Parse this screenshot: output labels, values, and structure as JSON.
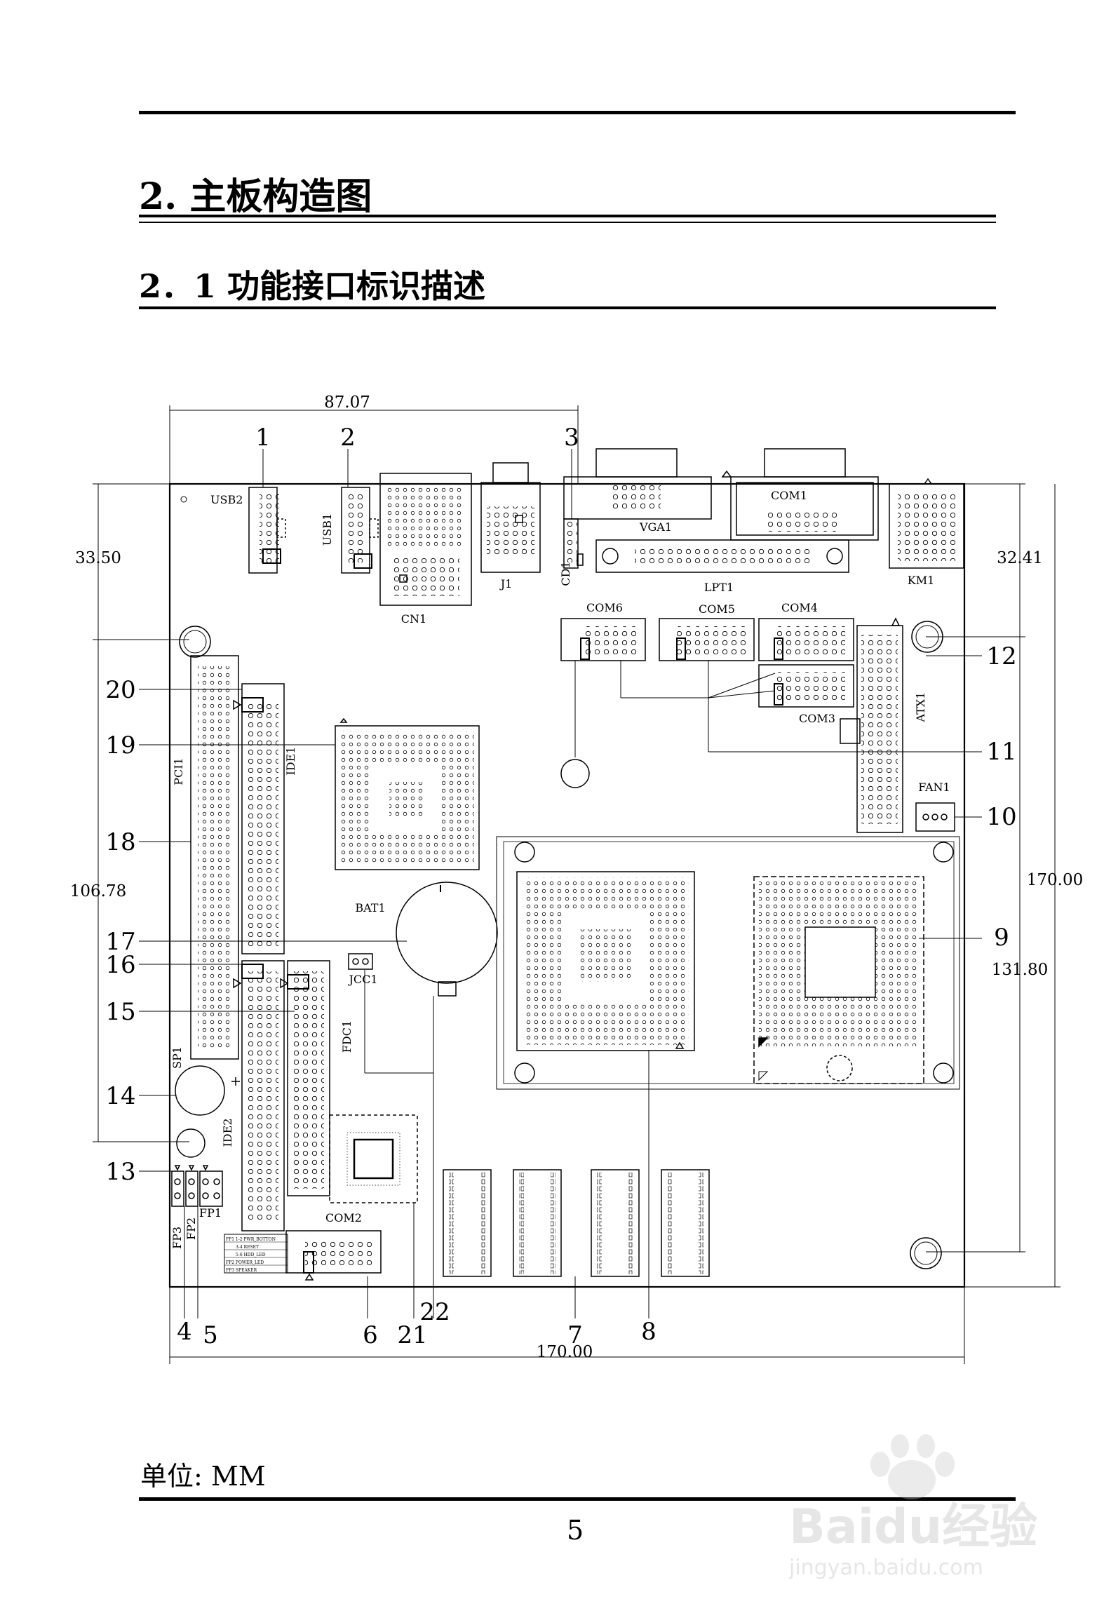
{
  "page": {
    "section_title": "2.  主板构造图",
    "subsection_title": "2．1  功能接口标识描述",
    "unit_label": "单位: MM",
    "page_number": "5"
  },
  "diagram": {
    "dimensions": {
      "top_width": "87.07",
      "bottom_width": "170.00",
      "left_upper": "33.50",
      "left_lower": "106.78",
      "right_upper": "32.41",
      "right_outer": "170.00",
      "right_lower": "131.80"
    },
    "components": {
      "usb2": "USB2",
      "usb1": "USB1",
      "cn1": "CN1",
      "j1": "J1",
      "cd1": "CD1",
      "vga1": "VGA1",
      "com1": "COM1",
      "lpt1": "LPT1",
      "km1": "KM1",
      "com6": "COM6",
      "com5": "COM5",
      "com4": "COM4",
      "com3": "COM3",
      "atx1": "ATX1",
      "fan1": "FAN1",
      "pci1": "PCI1",
      "ide1": "IDE1",
      "ide2": "IDE2",
      "bat1": "BAT1",
      "jcc1": "JCC1",
      "fdc1": "FDC1",
      "sp1": "SP1",
      "fp1": "FP1",
      "fp2": "FP2",
      "fp3": "FP3",
      "com2": "COM2"
    },
    "fp1_legend": [
      "FP1 1-2 PWR_BOTTON",
      "3-4 RESET",
      "5-6 HDD_LED",
      "FP2 POWER_LED",
      "FP3 SPEAKER"
    ],
    "callouts": [
      "1",
      "2",
      "3",
      "4",
      "5",
      "6",
      "7",
      "8",
      "9",
      "10",
      "11",
      "12",
      "13",
      "14",
      "15",
      "16",
      "17",
      "18",
      "19",
      "20",
      "21",
      "22"
    ]
  },
  "watermark": {
    "brand": "Baidu经验",
    "url": "jingyan.baidu.com"
  },
  "colors": {
    "ink": "#000000",
    "watermark": "#b8b8b8"
  }
}
